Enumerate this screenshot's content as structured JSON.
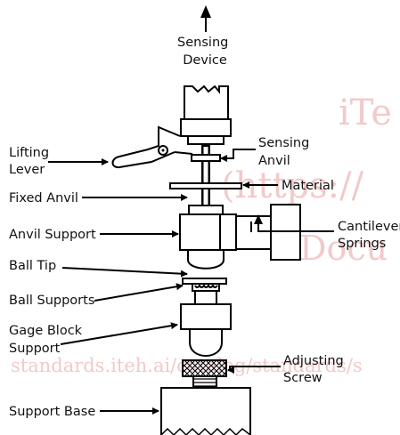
{
  "labels": {
    "sensing_device": [
      "Sensing",
      "Device"
    ],
    "lifting_lever": [
      "Lifting",
      "Lever"
    ],
    "sensing_anvil": [
      "Sensing",
      "Anvil"
    ],
    "material": "Material",
    "fixed_anvil": "Fixed Anvil",
    "anvil_support": "Anvil Support",
    "cantilever_springs": [
      "Cantilever",
      "Springs"
    ],
    "ball_tip": "Ball Tip",
    "ball_supports": "Ball Supports",
    "gage_block_support": [
      "Gage Block",
      "Support"
    ],
    "adjusting_screw": [
      "Adjusting",
      "Screw"
    ],
    "support_base": "Support Base"
  },
  "watermark": {
    "top": "iTe",
    "mid": "(https://",
    "right": "Docu",
    "url": "standards.iteh.ai/catalog/standards/s"
  },
  "colors": {
    "ink": "#000000",
    "watermark": "#f3c9c9"
  }
}
